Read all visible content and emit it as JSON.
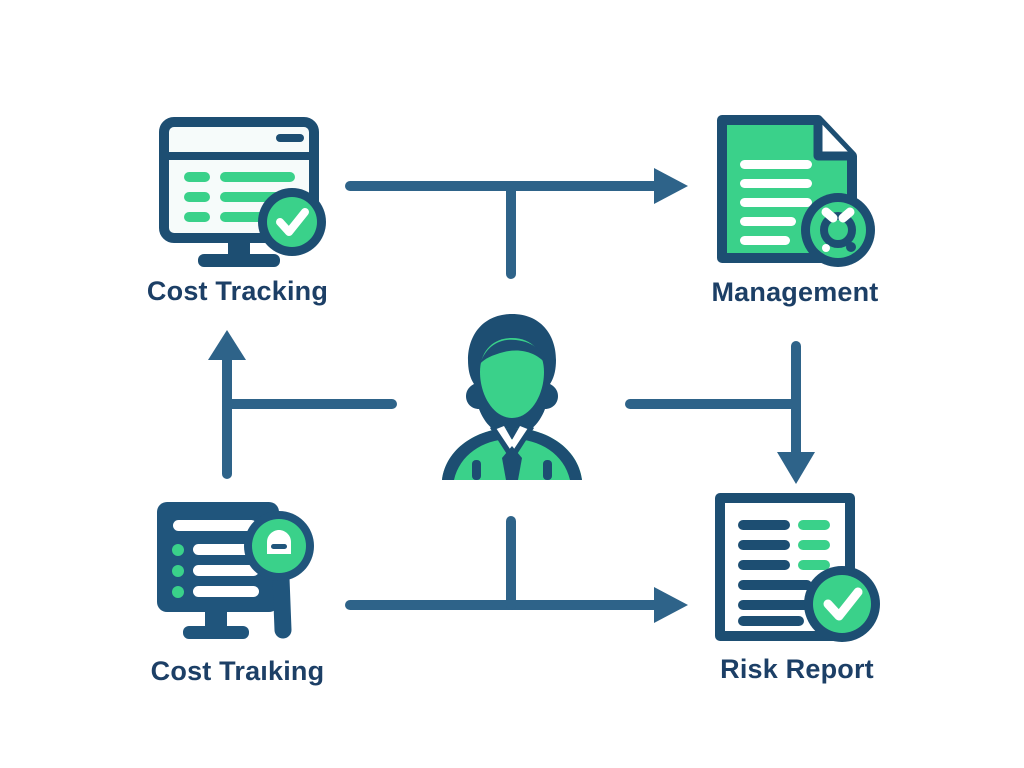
{
  "diagram": {
    "background_color": "#ffffff",
    "colors": {
      "arrow_blue": "#2e6389",
      "navy": "#1d4e72",
      "navy_text": "#1c3f66",
      "green": "#3ad18a",
      "green_dark": "#2bbf7b",
      "screen_white": "#f6fbfa",
      "white": "#ffffff"
    },
    "nodes": [
      {
        "id": "cost-tracking-top",
        "label": "Cost Tracking",
        "icon": "monitor-checkmark-icon",
        "position": "top-left"
      },
      {
        "id": "management",
        "label": "Management",
        "icon": "document-gear-icon",
        "position": "top-right"
      },
      {
        "id": "cost-traiking-bottom",
        "label": "Cost Traıking",
        "icon": "monitor-magnifier-icon",
        "position": "bottom-left"
      },
      {
        "id": "risk-report",
        "label": "Risk Report",
        "icon": "document-checkmark-icon",
        "position": "bottom-right"
      }
    ],
    "center": {
      "id": "person",
      "icon": "person-avatar-icon",
      "label": ""
    },
    "connectors": [
      {
        "id": "top-arrow",
        "from": "cost-tracking-top",
        "to": "management",
        "direction": "right"
      },
      {
        "id": "right-arrow",
        "from": "management",
        "to": "risk-report",
        "direction": "down"
      },
      {
        "id": "bottom-arrow",
        "from": "cost-traiking-bottom",
        "to": "risk-report",
        "direction": "right"
      },
      {
        "id": "left-arrow",
        "from": "cost-traiking-bottom",
        "to": "cost-tracking-top",
        "direction": "up"
      }
    ]
  }
}
